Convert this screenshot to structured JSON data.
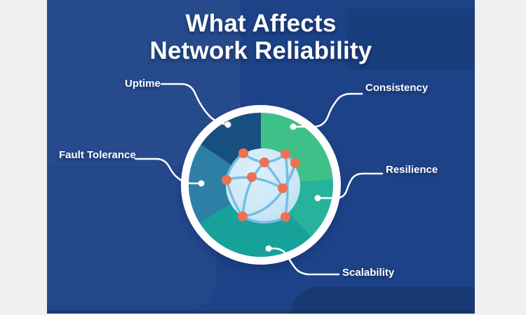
{
  "infographic": {
    "title_line1": "What Affects",
    "title_line2": "Network Reliability",
    "factors": [
      {
        "id": "uptime",
        "label": "Uptime"
      },
      {
        "id": "consistency",
        "label": "Consistency"
      },
      {
        "id": "fault_tolerance",
        "label": "Fault Tolerance"
      },
      {
        "id": "resilience",
        "label": "Resilience"
      },
      {
        "id": "scalability",
        "label": "Scalability"
      }
    ]
  },
  "colors": {
    "page_margin": "#F0F0F0",
    "canvas_blue": "#1D4287",
    "segment_uptime_navy": "#17507F",
    "segment_consistency_green": "#3EC189",
    "segment_resilience_teal_green": "#27B29D",
    "segment_scalability_teal": "#16A29B",
    "segment_fault_tolerance_steel_blue": "#2E7FA6",
    "ring_white": "#FFFFFF",
    "globe_fill": "#CDE8F6",
    "globe_line_blue": "#79BCE3",
    "node_orange": "#ED7150",
    "label_text": "#FFFFFF"
  }
}
